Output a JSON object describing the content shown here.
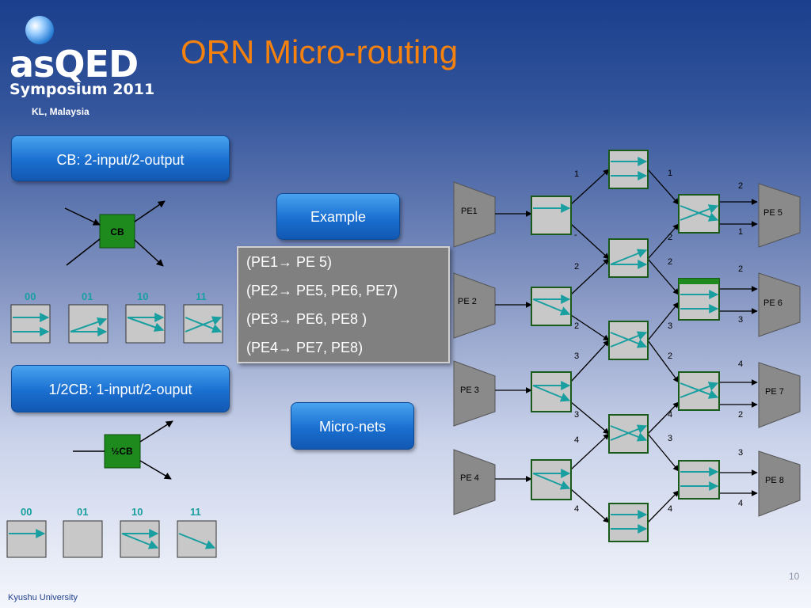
{
  "logo": {
    "main": "asQED",
    "sub": "Symposium 2011",
    "location": "KL, Malaysia"
  },
  "title": "ORN Micro-routing",
  "cb_pill": "CB: 2-input/2-output",
  "half_cb_pill": "1/2CB: 1-input/2-ouput",
  "example_pill": "Example",
  "micronets_pill": "Micro-nets",
  "cb_label": "CB",
  "half_cb_label": "½CB",
  "cb_states": [
    "00",
    "01",
    "10",
    "11"
  ],
  "half_cb_states": [
    "00",
    "01",
    "10",
    "11"
  ],
  "example_lines": [
    "(PE1→ PE 5)",
    "(PE2→ PE5, PE6, PE7)",
    "(PE3→ PE6, PE8 )",
    "(PE4→ PE7, PE8)"
  ],
  "pe_left": [
    "PE1",
    "PE 2",
    "PE 3",
    "PE 4"
  ],
  "pe_right": [
    "PE 5",
    "PE 6",
    "PE 7",
    "PE 8"
  ],
  "wire_labels": {
    "stage1_out": [
      "1",
      "-",
      "2",
      "2",
      "3",
      "3",
      "4",
      "4"
    ],
    "stage2_out": [
      "1",
      "2",
      "2",
      "3",
      "2",
      "4",
      "3",
      "4"
    ],
    "stage3_out": [
      "2",
      "1",
      "2",
      "3",
      "4",
      "2",
      "3",
      "4"
    ]
  },
  "footer": "Kyushu University",
  "page_number": "10",
  "colors": {
    "title": "#f5820f",
    "teal": "#1a9fa0",
    "cb_green": "#1e8a1e",
    "pill_blue": "#1a6fd0"
  }
}
